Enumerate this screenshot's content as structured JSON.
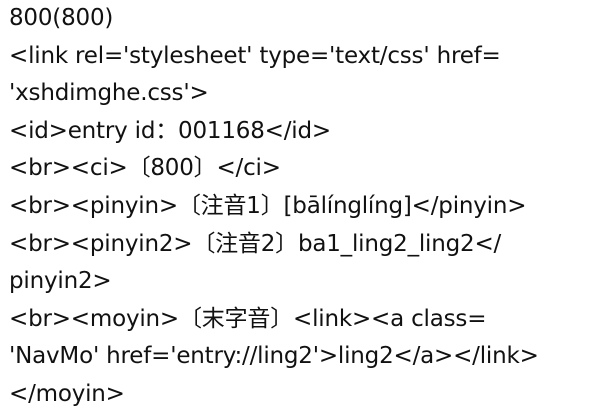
{
  "lines": [
    "800(800)",
    "<link rel='stylesheet' type='text/css' href=",
    "'xshdimghe.css'>",
    "<id>entry id：001168</id>",
    "<br><ci>〔800〕</ci>",
    "<br><pinyin>〔注音1〕[bālínglíng]</pinyin>",
    "<br><pinyin2>〔注音2〕ba1_ling2_ling2</",
    "pinyin2>",
    "<br><moyin>〔末字音〕<link><a class=",
    "'NavMo' href='entry://ling2'>ling2</a></link>",
    "</moyin>"
  ]
}
